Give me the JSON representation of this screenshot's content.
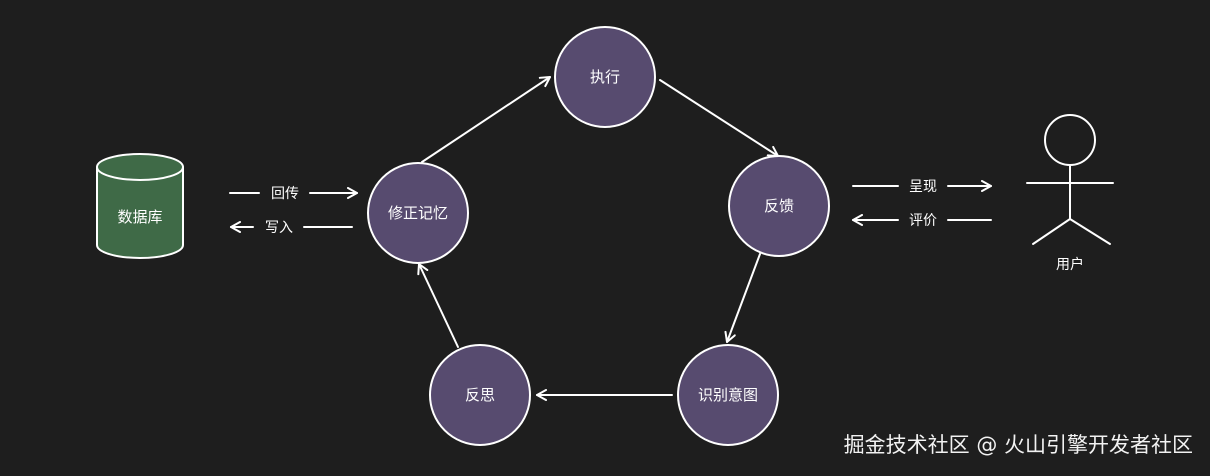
{
  "nodes": {
    "execute": "执行",
    "feedback": "反馈",
    "identify_intent": "识别意图",
    "reflect": "反思",
    "correct_memory": "修正记忆",
    "database": "数据库",
    "user": "用户"
  },
  "edges": {
    "return": "回传",
    "write": "写入",
    "present": "呈现",
    "evaluate": "评价"
  },
  "watermark": "掘金技术社区 @ 火山引擎开发者社区",
  "colors": {
    "background": "#1e1e1e",
    "loop_node_fill": "#574b6f",
    "database_fill": "#3f6a47",
    "stroke": "#ffffff"
  }
}
